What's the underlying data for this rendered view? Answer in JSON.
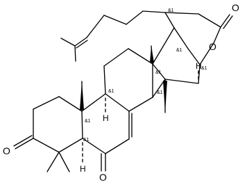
{
  "molecule": {
    "atom_labels": {
      "ring_oxygen": "O",
      "lactone_carbonyl_oxygen": "O",
      "ketone_c3_oxygen": "O",
      "ketone_c6_oxygen": "O",
      "h_c9": "H",
      "h_c5": "H",
      "h_c16": "H"
    },
    "stereo_marker": "&1",
    "colors": {
      "ink": "#000000",
      "background": "#ffffff"
    }
  }
}
